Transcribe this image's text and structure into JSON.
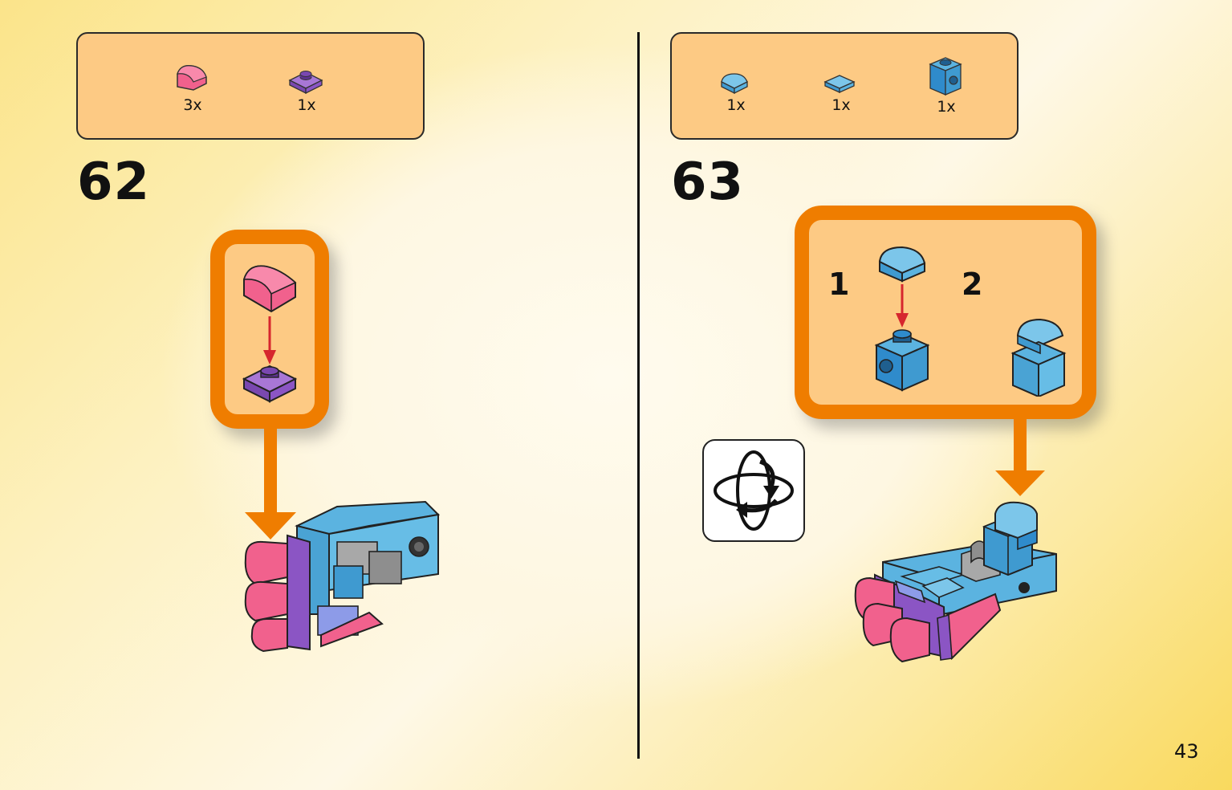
{
  "pages": [
    {
      "step_number": "62",
      "parts": [
        {
          "name": "pink-curved-slope-1x1",
          "qty": "3x",
          "color": "#f1618d"
        },
        {
          "name": "purple-plate-1x1",
          "qty": "1x",
          "color": "#8b55c4"
        }
      ]
    },
    {
      "step_number": "63",
      "parts": [
        {
          "name": "blue-round-tile-1x1",
          "qty": "1x",
          "color": "#5bb3e0"
        },
        {
          "name": "blue-tile-1x1",
          "qty": "1x",
          "color": "#5bb3e0"
        },
        {
          "name": "blue-brick-with-stud-1x1",
          "qty": "1x",
          "color": "#2f8bcb"
        }
      ],
      "substeps": [
        "1",
        "2"
      ]
    }
  ],
  "page_number": "43",
  "colors": {
    "accent_orange": "#ef7d00",
    "parts_box": "#fdca84",
    "pink": "#f1618d",
    "purple": "#8b55c4",
    "light_blue": "#5bb3e0",
    "dark_blue": "#2f8bcb",
    "arrow_red": "#d6262e"
  },
  "icons": [
    "rotate-model-icon"
  ]
}
